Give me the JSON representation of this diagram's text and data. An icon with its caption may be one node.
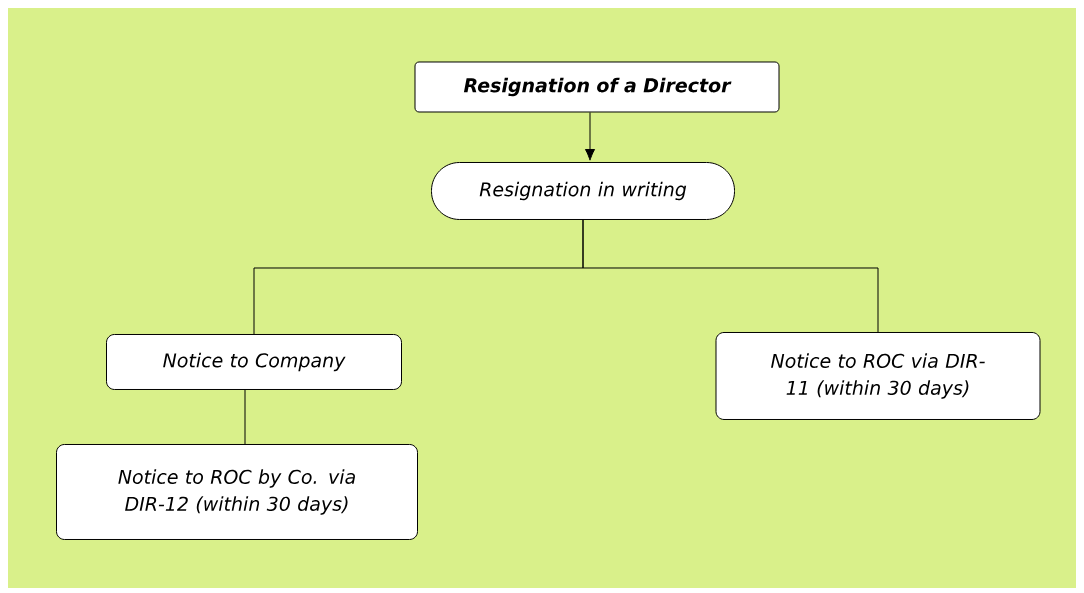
{
  "diagram": {
    "nodes": [
      {
        "text": [
          "Resignation of a Director"
        ]
      },
      {
        "text": [
          "Resignation in writing"
        ]
      },
      {
        "text": [
          "Notice to Company"
        ]
      },
      {
        "text": [
          "Notice to ROC via DIR-11 (within 30 days)"
        ]
      },
      {
        "text": [
          "Notice to ROC by Co. via DIR-12 (within 30 days)"
        ]
      }
    ],
    "edges": [
      {
        "from": 0,
        "to": 1,
        "arrow": "to"
      },
      {
        "from": 1,
        "to": 2,
        "arrow": "none"
      },
      {
        "from": 1,
        "to": 3,
        "arrow": "none"
      },
      {
        "from": 2,
        "to": 4,
        "arrow": "none"
      }
    ]
  }
}
